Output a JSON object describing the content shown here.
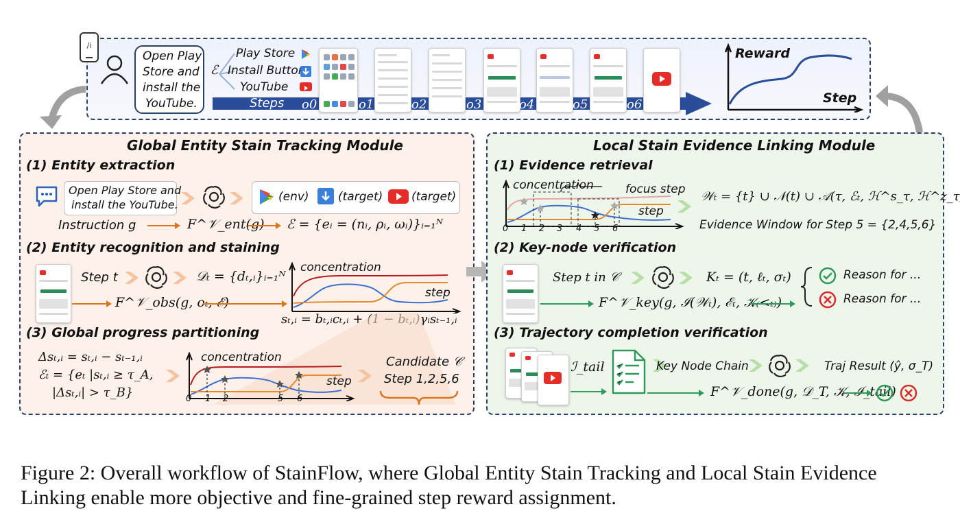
{
  "top": {
    "instruction": [
      "Open Play",
      "Store and",
      "install the",
      "YouTube."
    ],
    "epsilon": "ℰ",
    "entities": [
      "Play Store",
      "Install Button",
      "YouTube"
    ],
    "steps_label": "Steps",
    "obs_labels": [
      "o0",
      "o1",
      "o2",
      "o3",
      "o4",
      "o5",
      "o6"
    ],
    "reward_label": "Reward",
    "step_label": "Step"
  },
  "left": {
    "title": "Global Entity Stain Tracking Module",
    "s1": "(1) Entity extraction",
    "s1_instruction": [
      "Open Play Store and",
      "install the YouTube."
    ],
    "s1_env": "(env)",
    "s1_target1": "(target)",
    "s1_target2": "(target)",
    "s1_instr_label": "Instruction g",
    "s1_fent": "F^𝒱_ent(g)",
    "s1_eqn": "ℰ = {eᵢ = (nᵢ, ρᵢ, ωᵢ)}ᵢ₌₁ᴺ",
    "s2": "(2) Entity recognition and staining",
    "s2_step": "Step t",
    "s2_dt": "𝒟ₜ = {dₜ,ᵢ}ᵢ₌₁ᴺ",
    "s2_fobs": "F^𝒱_obs(g, oₜ, ℰ)",
    "s2_conc": "concentration",
    "s2_steplbl": "step",
    "s2_eqn": "sₜ,ᵢ = bₜ,ᵢcₜ,ᵢ + (1 − bₜ,ᵢ)γᵢsₜ₋₁,ᵢ",
    "s3": "(3) Global progress partitioning",
    "s3_eq1": "Δsₜ,ᵢ = sₜ,ᵢ − sₜ₋₁,ᵢ",
    "s3_eq2": "ℰₜ = {eₜ |sₜ,ᵢ ≥ τ_A,",
    "s3_eq3": "|Δsₜ,ᵢ| > τ_B}",
    "s3_conc": "concentration",
    "s3_steplbl": "step",
    "s3_ticks": [
      "0",
      "1",
      "2",
      "5",
      "6"
    ],
    "s3_cand": "Candidate 𝒞",
    "s3_steps": "Step 1,2,5,6"
  },
  "right": {
    "title": "Local Stain Evidence Linking Module",
    "s1": "(1) Evidence retrieval",
    "s1_conc": "concentration",
    "s1_focus": "focus step",
    "s1_steplbl": "step",
    "s1_ticks": [
      "0",
      "1",
      "2",
      "3",
      "4",
      "5",
      "6"
    ],
    "s1_eqn": "𝒲ₜ = {t} ∪ 𝒩(t) ∪ 𝒜(τ, ℰₜ, ℋ^s_τ, ℋ^z_τ)",
    "s1_window": "Evidence Window for Step 5 = {2,4,5,6}",
    "s2": "(2) Key-node verification",
    "s2_step": "Step t in 𝒞",
    "s2_k": "Kₜ = (t, ℓₜ, σₜ)",
    "s2_reason1": "Reason for ...",
    "s2_reason2": "Reason for ...",
    "s2_fkey": "F^𝒱_key(g, ℐ(𝒲ₜ), ℰₜ, 𝒦₍<ₜ₎)",
    "s3": "(3) Trajectory completion verification",
    "s3_itail": "ℐ_tail",
    "s3_chain": "Key Node Chain",
    "s3_result": "Traj Result (ŷ, σ_T)",
    "s3_fdone": "F^𝒱_done(g, 𝒟_T, 𝒦, ℐ_tail)"
  },
  "caption": "Figure 2: Overall workflow of StainFlow, where Global Entity Stain Tracking and Local Stain Evidence Linking enable more objective and fine-grained step reward assignment.",
  "colors": {
    "dash": "#2a3f66",
    "arrow_blue": "#2a4d9a",
    "orange": "#d9771f",
    "green": "#2e9a5a",
    "red": "#d92a2a",
    "curve_red": "#b51c1c",
    "curve_blue": "#3b6fd1",
    "curve_orange": "#e58a2a"
  }
}
